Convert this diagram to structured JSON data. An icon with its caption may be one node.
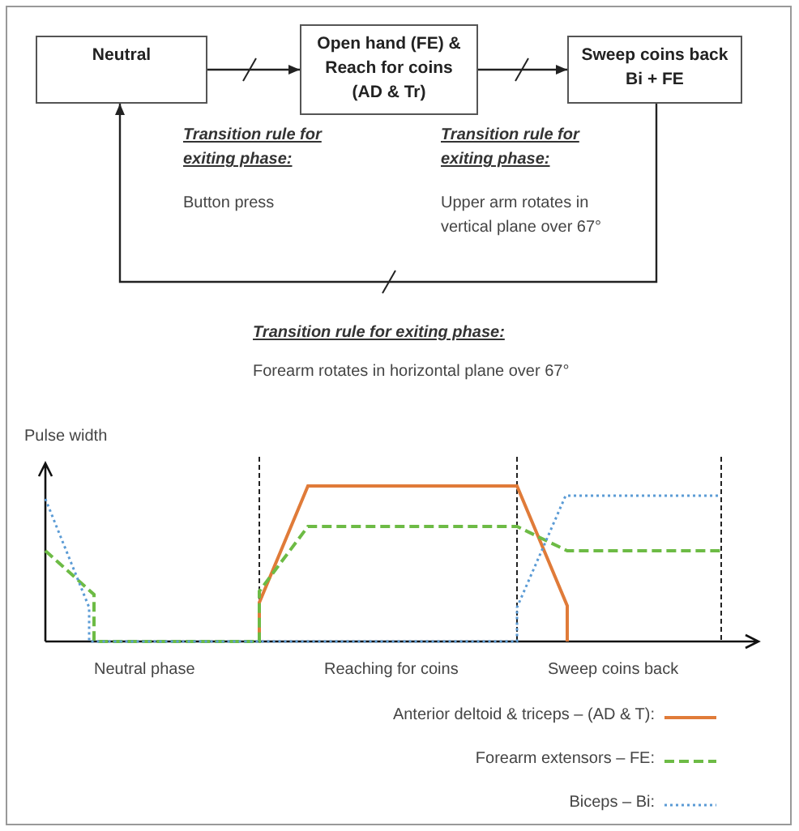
{
  "diagram": {
    "nodes": [
      {
        "text": [
          "Neutral"
        ]
      },
      {
        "text": [
          "Open hand (FE) & Reach for coins (AD & Tr)"
        ]
      },
      {
        "text": [
          "Sweep coins back Bi + FE"
        ]
      }
    ],
    "edges": [
      {
        "from": 0,
        "to": 1,
        "arrow": "to"
      },
      {
        "from": 1,
        "to": 2,
        "arrow": "to"
      },
      {
        "from": 2,
        "to": 0,
        "arrow": "to"
      }
    ],
    "labels": [
      "Transition rule for exiting phase:",
      "Button press",
      "Transition rule for exiting phase:",
      "Upper arm rotates in vertical plane over 67°",
      "Transition rule for exiting phase:",
      "Forearm rotates in horizontal plane over 67°",
      "Pulse width",
      "Neutral phase",
      "Reaching for coins",
      "Sweep coins back"
    ],
    "legend": [
      {
        "text": "Anterior deltoid & triceps – (AD & T):"
      },
      {
        "text": "Forearm extensors – FE:"
      },
      {
        "text": "Biceps – Bi:"
      }
    ]
  }
}
